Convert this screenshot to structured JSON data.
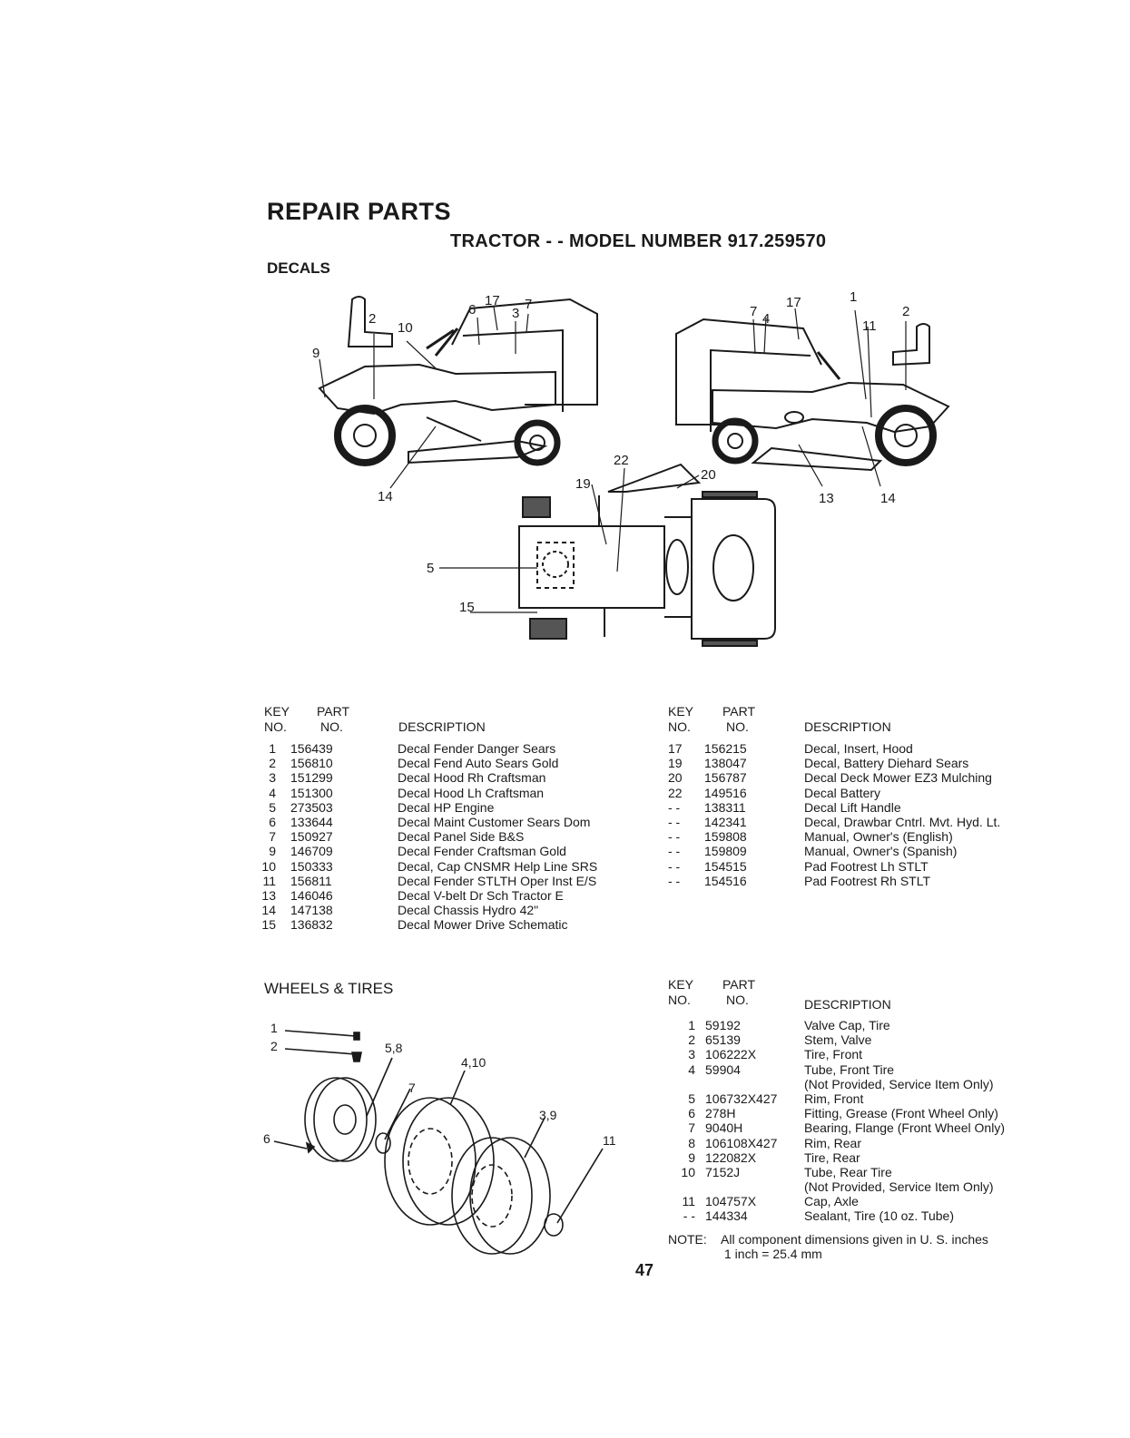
{
  "page": {
    "title": "REPAIR PARTS",
    "subtitle": "TRACTOR - - MODEL NUMBER 917.259570",
    "page_number": "47"
  },
  "decals": {
    "section_title": "DECALS",
    "callouts": [
      "2",
      "10",
      "6",
      "17",
      "3",
      "7",
      "9",
      "14",
      "7",
      "4",
      "17",
      "1",
      "11",
      "2",
      "13",
      "14",
      "22",
      "19",
      "20",
      "5",
      "15"
    ],
    "table_header": {
      "key": "KEY",
      "no": "NO.",
      "part": "PART",
      "part_no": "NO.",
      "description": "DESCRIPTION"
    },
    "left_rows": [
      {
        "key": "1",
        "part": "156439",
        "desc": "Decal Fender Danger Sears"
      },
      {
        "key": "2",
        "part": "156810",
        "desc": "Decal Fend Auto Sears Gold"
      },
      {
        "key": "3",
        "part": "151299",
        "desc": "Decal Hood Rh Craftsman"
      },
      {
        "key": "4",
        "part": "151300",
        "desc": "Decal Hood Lh Craftsman"
      },
      {
        "key": "5",
        "part": "273503",
        "desc": "Decal HP Engine"
      },
      {
        "key": "6",
        "part": "133644",
        "desc": "Decal Maint Customer Sears Dom"
      },
      {
        "key": "7",
        "part": "150927",
        "desc": "Decal Panel Side B&S"
      },
      {
        "key": "9",
        "part": "146709",
        "desc": "Decal Fender Craftsman Gold"
      },
      {
        "key": "10",
        "part": "150333",
        "desc": "Decal, Cap CNSMR Help Line SRS"
      },
      {
        "key": "11",
        "part": "156811",
        "desc": "Decal Fender STLTH Oper Inst E/S"
      },
      {
        "key": "13",
        "part": "146046",
        "desc": "Decal V-belt Dr Sch Tractor E"
      },
      {
        "key": "14",
        "part": "147138",
        "desc": "Decal Chassis Hydro 42\""
      },
      {
        "key": "15",
        "part": "136832",
        "desc": "Decal Mower Drive Schematic"
      }
    ],
    "right_rows": [
      {
        "key": "17",
        "part": "156215",
        "desc": "Decal, Insert, Hood"
      },
      {
        "key": "19",
        "part": "138047",
        "desc": "Decal, Battery Diehard Sears"
      },
      {
        "key": "20",
        "part": "156787",
        "desc": "Decal Deck Mower EZ3 Mulching"
      },
      {
        "key": "22",
        "part": "149516",
        "desc": "Decal Battery"
      },
      {
        "key": "- -",
        "part": "138311",
        "desc": "Decal Lift Handle"
      },
      {
        "key": "- -",
        "part": "142341",
        "desc": "Decal, Drawbar Cntrl. Mvt. Hyd. Lt."
      },
      {
        "key": "- -",
        "part": "159808",
        "desc": "Manual, Owner's (English)"
      },
      {
        "key": "- -",
        "part": "159809",
        "desc": "Manual, Owner's (Spanish)"
      },
      {
        "key": "- -",
        "part": "154515",
        "desc": "Pad Footrest Lh STLT"
      },
      {
        "key": "- -",
        "part": "154516",
        "desc": "Pad Footrest Rh STLT"
      }
    ]
  },
  "wheels": {
    "section_title": "WHEELS & TIRES",
    "callouts": [
      "1",
      "2",
      "5,8",
      "4,10",
      "7",
      "3,9",
      "6",
      "11"
    ],
    "table_header": {
      "key": "KEY",
      "no": "NO.",
      "part": "PART",
      "part_no": "NO.",
      "description": "DESCRIPTION"
    },
    "rows": [
      {
        "key": "1",
        "part": "59192",
        "desc": "Valve Cap, Tire"
      },
      {
        "key": "2",
        "part": "65139",
        "desc": "Stem, Valve"
      },
      {
        "key": "3",
        "part": "106222X",
        "desc": "Tire, Front"
      },
      {
        "key": "4",
        "part": "59904",
        "desc": "Tube, Front Tire"
      },
      {
        "key": "",
        "part": "",
        "desc": "(Not Provided, Service Item Only)"
      },
      {
        "key": "5",
        "part": "106732X427",
        "desc": "Rim, Front"
      },
      {
        "key": "6",
        "part": "278H",
        "desc": "Fitting, Grease (Front Wheel Only)"
      },
      {
        "key": "7",
        "part": "9040H",
        "desc": "Bearing, Flange (Front Wheel Only)"
      },
      {
        "key": "8",
        "part": "106108X427",
        "desc": "Rim, Rear"
      },
      {
        "key": "9",
        "part": "122082X",
        "desc": "Tire, Rear"
      },
      {
        "key": "10",
        "part": "7152J",
        "desc": "Tube, Rear Tire"
      },
      {
        "key": "",
        "part": "",
        "desc": "(Not Provided, Service Item Only)"
      },
      {
        "key": "11",
        "part": "104757X",
        "desc": "Cap, Axle"
      },
      {
        "key": "- -",
        "part": "144334",
        "desc": "Sealant, Tire (10 oz. Tube)"
      }
    ],
    "note_label": "NOTE:",
    "note_line1": "All component dimensions given in U. S. inches",
    "note_line2": "1 inch = 25.4 mm"
  }
}
